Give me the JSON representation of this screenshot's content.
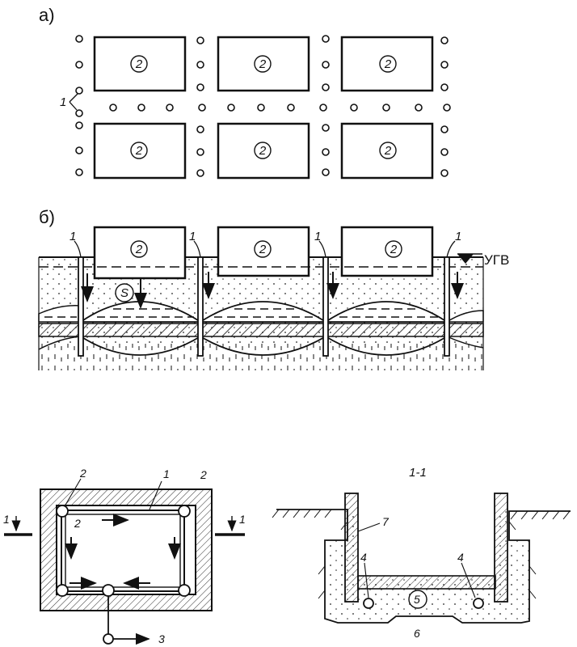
{
  "panel_a": {
    "label": "а)",
    "building_label": "2",
    "well_label": "1"
  },
  "panel_b": {
    "label": "б)",
    "building_label": "2",
    "well_label": "1",
    "s_label": "S",
    "gwl_label": "УГВ"
  },
  "plan": {
    "corner_label_left": "2",
    "corner_label_right": "2",
    "pipe_label": "1",
    "inner_label": "2",
    "section_left": "1",
    "section_right": "1",
    "outlet_label": "3"
  },
  "section": {
    "title": "1-1",
    "wall_label": "7",
    "pipe_left_label": "4",
    "pipe_right_label": "4",
    "fill_label": "5",
    "base_label": "6"
  }
}
